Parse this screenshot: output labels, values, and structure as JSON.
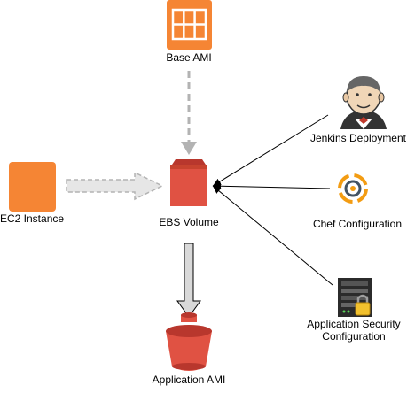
{
  "nodes": {
    "base_ami": {
      "label": "Base AMI"
    },
    "ec2_instance": {
      "label": "EC2 Instance"
    },
    "ebs_volume": {
      "label": "EBS Volume"
    },
    "application_ami": {
      "label": "Application AMI"
    },
    "jenkins": {
      "label": "Jenkins Deployment"
    },
    "chef": {
      "label": "Chef Configuration"
    },
    "app_security": {
      "label_line1": "Application Security",
      "label_line2": "Configuration"
    }
  },
  "colors": {
    "aws_orange": "#F58534",
    "ebs_red": "#E05243",
    "ebs_dark": "#B8372D",
    "dashed_arrow": "#B3B3B3",
    "solid_line": "#000000",
    "output_arrow_fill": "#D9D9D9"
  },
  "icons": {
    "base_ami": "ami-grid-icon",
    "ec2_instance": "ec2-instance-icon",
    "ebs_volume": "ebs-volume-icon",
    "application_ami": "s3-bucket-icon",
    "jenkins": "jenkins-butler-icon",
    "chef": "chef-logo-icon",
    "app_security": "server-lock-icon"
  }
}
